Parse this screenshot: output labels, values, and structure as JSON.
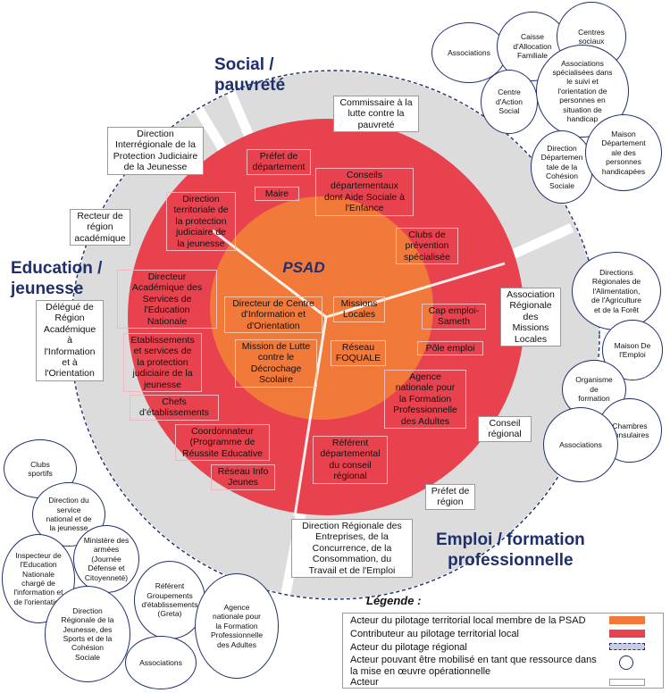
{
  "colors": {
    "outer_ring": "#dcdcdc",
    "red_ring": "#e8424f",
    "orange_core": "#f1793a",
    "dashed_line": "#1f2f6b",
    "sector_text": "#1f2f6b"
  },
  "center_title": "PSAD",
  "sectors": {
    "social": "Social /\npauvreté",
    "education": "Education /\njeunesse",
    "emploi": "Emploi / formation\nprofessionnelle"
  },
  "core_items": [
    "Directeur de Centre\nd'Information et\nd'Orientation",
    "Missions\nLocales",
    "Mission de Lutte\ncontre le\nDécrochage\nScolaire",
    "Réseau\nFOQUALE"
  ],
  "red_items": [
    "Préfet de\ndépartement",
    "Maire",
    "Conseils\ndépartementaux\ndont Aide Sociale à\nl'Enfance",
    "Direction\nterritoriale de\nla protection\njudiciaire de\nla jeunesse",
    "Clubs de\nprévention\nspécialisée",
    "Directeur\nAcadémique des\nServices de\nl'Education\nNationale",
    "Cap emploi-\nSameth",
    "Pôle emploi",
    "Etablissements\net services de\nla protection\njudiciaire de la\njeunesse",
    "Agence\nnationale pour\nla Formation\nProfessionnelle\ndes Adultes",
    "Chefs\nd'établissements",
    "Coordonnateur\n(Programme de\nRéussite Educative",
    "Référent\ndépartemental\ndu conseil\nrégional",
    "Réseau Info\nJeunes"
  ],
  "grey_items": [
    "Commissaire à la\nlutte contre la\npauvreté",
    "Direction\nInterrégionale de la\nProtection Judiciaire\nde la Jeunesse",
    "Recteur de\nrégion\nacadémique",
    "Délégué de\nRégion\nAcadémique\nà\nl'Information\net à\nl'Orientation",
    "Association\nRégionale\ndes\nMissions\nLocales",
    "Conseil\nrégional",
    "Préfet de\nrégion",
    "Direction Régionale des\nEntreprises, de la\nConcurrence, de la\nConsommation, du\nTravail et de l'Emploi"
  ],
  "resource_circles": {
    "social": [
      "Associations",
      "Caisse\nd'Allocation\nFamiliale",
      "Centres\nsociaux",
      "Centre\nd'Action\nSocial",
      "Associations\nspécialisées dans\nle suivi et\nl'orientation de\npersonnes en\nsituation de\nhandicap",
      "Direction\nDépartemen\ntale de la\nCohésion\nSociale",
      "Maison\nDépartement\nale des\npersonnes\nhandicapées"
    ],
    "emploi": [
      "Directions\nRégionales de\nl'Alimentation,\nde l'Agriculture\net de la Forêt",
      "Maison De\nl'Emploi",
      "Organisme\nde\nformation",
      "Chambres\nconsulaires",
      "Associations"
    ],
    "education": [
      "Clubs\nsportifs",
      "Direction du\nservice\nnational et de\nla jeunesse",
      "Inspecteur de\nl'Education\nNationale\nchargé de\nl'information et\nde l'orientation",
      "Ministère des\narmées\n(Journée\nDéfense et\nCitoyenneté)",
      "Référent\nGroupements\nd'établissements\n(Greta)",
      "Direction\nRégionale de la\nJeunesse, des\nSports et de la\nCohésion\nSociale",
      "Associations",
      "Agence\nnationale pour\nla Formation\nProfessionnelle\ndes Adultes"
    ]
  },
  "legend": {
    "title": "Légende :",
    "items": [
      {
        "label": "Acteur du pilotage territorial local membre de la PSAD",
        "color": "#f1793a",
        "symbol": "bar"
      },
      {
        "label": "Contributeur au pilotage territorial local",
        "color": "#e8424f",
        "symbol": "bar"
      },
      {
        "label": "Acteur du pilotage régional",
        "color": "#c9cce0",
        "symbol": "dashed-bar"
      },
      {
        "label": "Acteur pouvant être mobilisé en tant que ressource dans\nla mise en œuvre opérationnelle",
        "color": "#1f2f6b",
        "symbol": "circle"
      },
      {
        "label": "Acteur",
        "color": "#9a9a9a",
        "symbol": "box"
      }
    ]
  }
}
